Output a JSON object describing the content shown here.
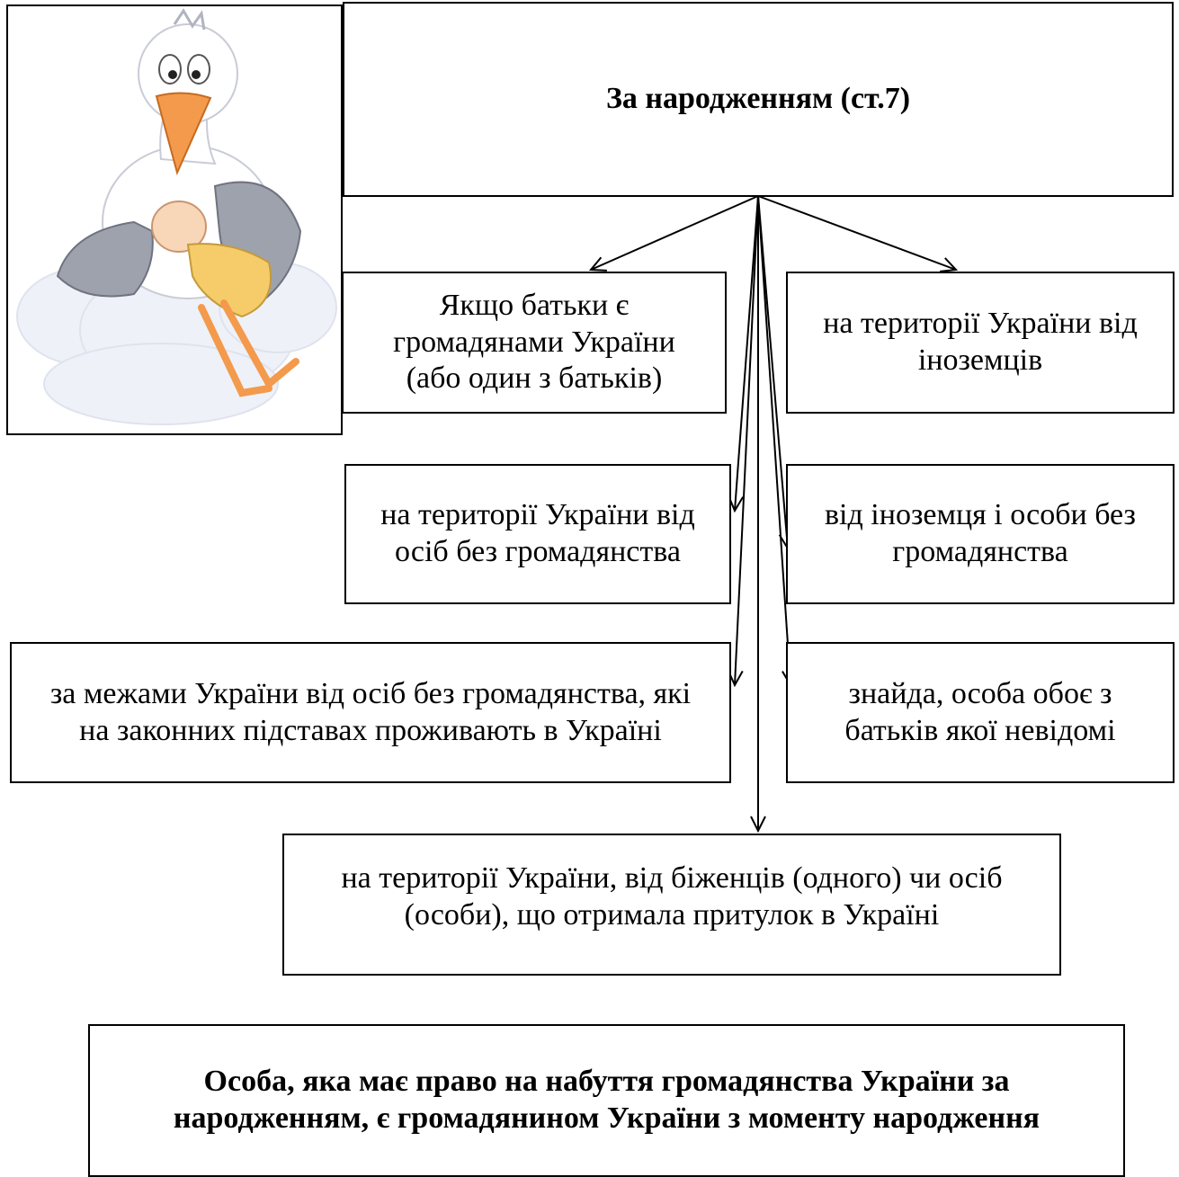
{
  "title": "За народженням (ст.7)",
  "conditions": [
    "Якщо батьки є громадянами України (або один з батьків)",
    "на території України від іноземців",
    "на території України від осіб без громадянства",
    "від іноземця і особи без громадянства",
    "за межами України від осіб без громадянства, які на законних підставах проживають в Україні",
    "знайда, особа обоє з батьків якої невідомі",
    "на території України, від біженців (одного) чи осіб (особи), що отримала притулок в Україні"
  ],
  "conclusion": "Особа, яка має право на набуття громадянства України за народженням, є громадянином України з моменту народження",
  "illustration": "stork-with-baby-icon"
}
